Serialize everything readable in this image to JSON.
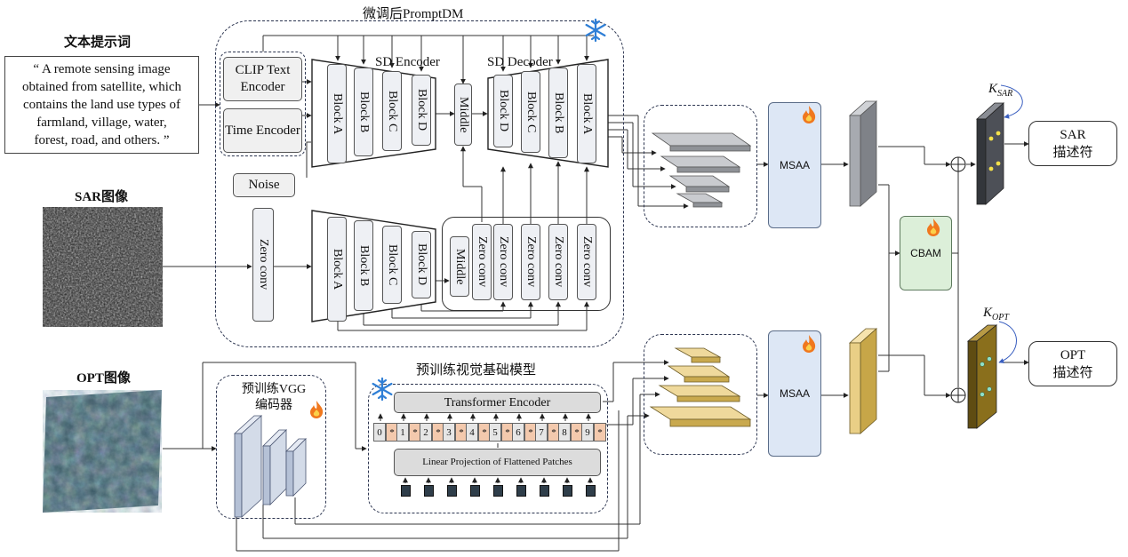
{
  "prompt": {
    "header": "文本提示词",
    "lines": [
      "“ A remote sensing image",
      "obtained from satellite, which",
      "contains the land use types of",
      "farmland, village, water,",
      "forest, road, and others. ”"
    ]
  },
  "sar_input": {
    "header": "SAR图像"
  },
  "opt_input": {
    "header": "OPT图像"
  },
  "promptdm": {
    "title": "微调后PromptDM",
    "clip_encoder": "CLIP Text Encoder",
    "time_encoder": "Time Encoder",
    "noise": "Noise",
    "sd_encoder": "SD Encoder",
    "sd_decoder": "SD Decoder",
    "encoder_blocks": [
      "Block A",
      "Block B",
      "Block C",
      "Block D"
    ],
    "middle": "Middle",
    "decoder_blocks": [
      "Block D",
      "Block C",
      "Block B",
      "Block A"
    ],
    "zero_conv": "Zero conv",
    "control_blocks": [
      "Block A",
      "Block B",
      "Block C",
      "Block D"
    ],
    "control_middle": "Middle",
    "zero_convs": [
      "Zero conv",
      "Zero conv",
      "Zero conv",
      "Zero conv",
      "Zero conv"
    ]
  },
  "vgg": {
    "title": "预训练VGG 编码器"
  },
  "vfm": {
    "title": "预训练视觉基础模型",
    "transformer": "Transformer Encoder",
    "projection": "Linear Projection of Flattened Patches",
    "tokens": [
      "0",
      "1",
      "2",
      "3",
      "4",
      "5",
      "6",
      "7",
      "8",
      "9"
    ],
    "token_mark": "*"
  },
  "modules": {
    "msaa": "MSAA",
    "cbam": "CBAM"
  },
  "kernels": {
    "sar_base": "K",
    "sar_sub": "SAR",
    "opt_base": "K",
    "opt_sub": "OPT"
  },
  "outputs": {
    "sar": [
      "SAR",
      "描述符"
    ],
    "opt": [
      "OPT",
      "描述符"
    ]
  },
  "colors": {
    "sar_feature": "#a7aab0",
    "opt_feature": "#e9cf86",
    "msaa": "#dde7f5",
    "cbam": "#dcefd9",
    "token_mark": "#f3c9ad",
    "kernel_sar": "#4d5057",
    "kernel_opt": "#8a6f1c",
    "kernel_dot": "#f3e14a"
  },
  "icons": {
    "snowflake": "snowflake-icon",
    "flame": "flame-icon"
  }
}
